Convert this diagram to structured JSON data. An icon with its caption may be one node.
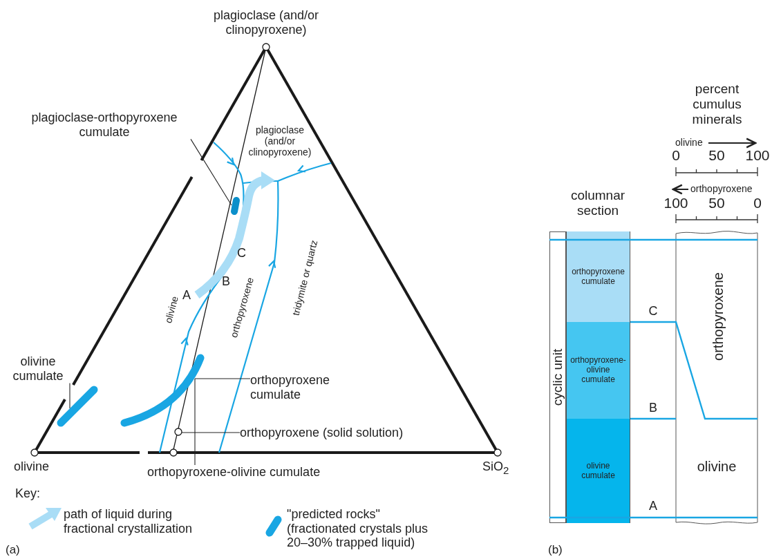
{
  "diagram": {
    "nodes": [
      {
        "text": [
          "plagioclase-orthopyroxene cumulate"
        ]
      },
      {
        "text": [],
        "shape": "bar"
      },
      {
        "text": [
          "olivine cumulate"
        ]
      },
      {
        "text": [],
        "shape": "bar"
      },
      {
        "text": [
          "orthopyroxene cumulate"
        ]
      },
      {
        "text": [],
        "shape": "bar"
      },
      {
        "text": [
          "orthopyroxene (solid solution)"
        ]
      },
      {
        "text": [],
        "shape": "circle"
      },
      {
        "text": [
          "orthopyroxene-olivine cumulate"
        ]
      },
      {
        "text": [
          "cyclic unit"
        ]
      },
      {
        "text": [
          "orthopyroxene cumulate"
        ]
      },
      {
        "text": [
          "orthopyroxene-olivine cumulate"
        ]
      },
      {
        "text": [
          "olivine cumulate"
        ]
      }
    ],
    "edges": [
      {
        "from": 0,
        "to": 1,
        "arrow": "none"
      },
      {
        "from": 2,
        "to": 3,
        "arrow": "none"
      },
      {
        "from": 4,
        "to": 5,
        "arrow": "none"
      },
      {
        "from": 6,
        "to": 7,
        "arrow": "none"
      },
      {
        "from": 8,
        "to": 5,
        "arrow": "none"
      }
    ],
    "labels": [
      "plagioclase (and/or clinopyroxene)",
      "plagioclase (and/or clinopyroxene)",
      "percent cumulus minerals",
      "olivine",
      "0",
      "50",
      "100",
      "orthopyroxene",
      "100",
      "50",
      "0",
      "columnar section",
      "C",
      "tridymite or quartz",
      "B",
      "A",
      "olivine",
      "orthopyroxene",
      "C",
      "orthopyroxene",
      "B",
      "olivine",
      "A",
      "olivine",
      "SiO$_{2}$",
      "Key:",
      "(a)",
      "(b)"
    ],
    "legend": [
      {
        "text": "path of liquid during fractional crystallization"
      },
      {
        "text": "\"predicted rocks\" (fractionated crystals plus 20–30% trapped liquid)"
      }
    ]
  }
}
